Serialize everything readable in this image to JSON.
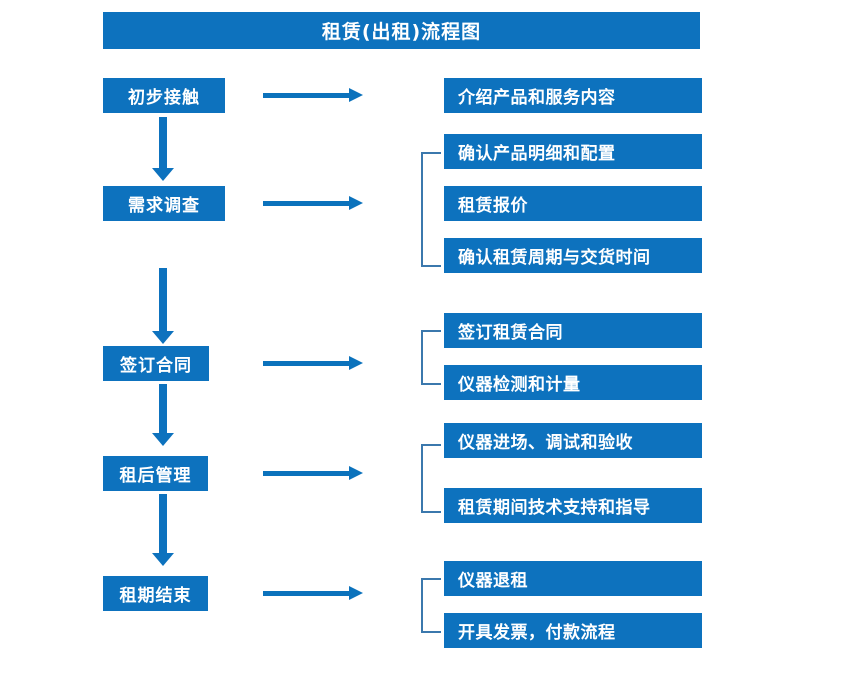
{
  "diagram": {
    "title": "租赁(出租)流程图",
    "colors": {
      "box_blue": "#0d72be",
      "arrow_blue": "#0b72bc",
      "bracket_blue": "#3b78ad",
      "text_white": "#ffffff",
      "background": "#ffffff"
    },
    "stages": [
      {
        "label": "初步接触",
        "details": [
          "介绍产品和服务内容"
        ],
        "has_bracket": false
      },
      {
        "label": "需求调查",
        "details": [
          "确认产品明细和配置",
          "租赁报价",
          "确认租赁周期与交货时间"
        ],
        "has_bracket": true
      },
      {
        "label": "签订合同",
        "details": [
          "签订租赁合同",
          "仪器检测和计量"
        ],
        "has_bracket": true
      },
      {
        "label": "租后管理",
        "details": [
          "仪器进场、调试和验收",
          "租赁期间技术支持和指导"
        ],
        "has_bracket": true
      },
      {
        "label": "租期结束",
        "details": [
          "仪器退租",
          "开具发票，付款流程"
        ],
        "has_bracket": true
      }
    ],
    "icons": {
      "flow_down": "down-arrow-icon",
      "flow_right": "right-arrow-icon",
      "group_bracket": "bracket-icon"
    }
  }
}
